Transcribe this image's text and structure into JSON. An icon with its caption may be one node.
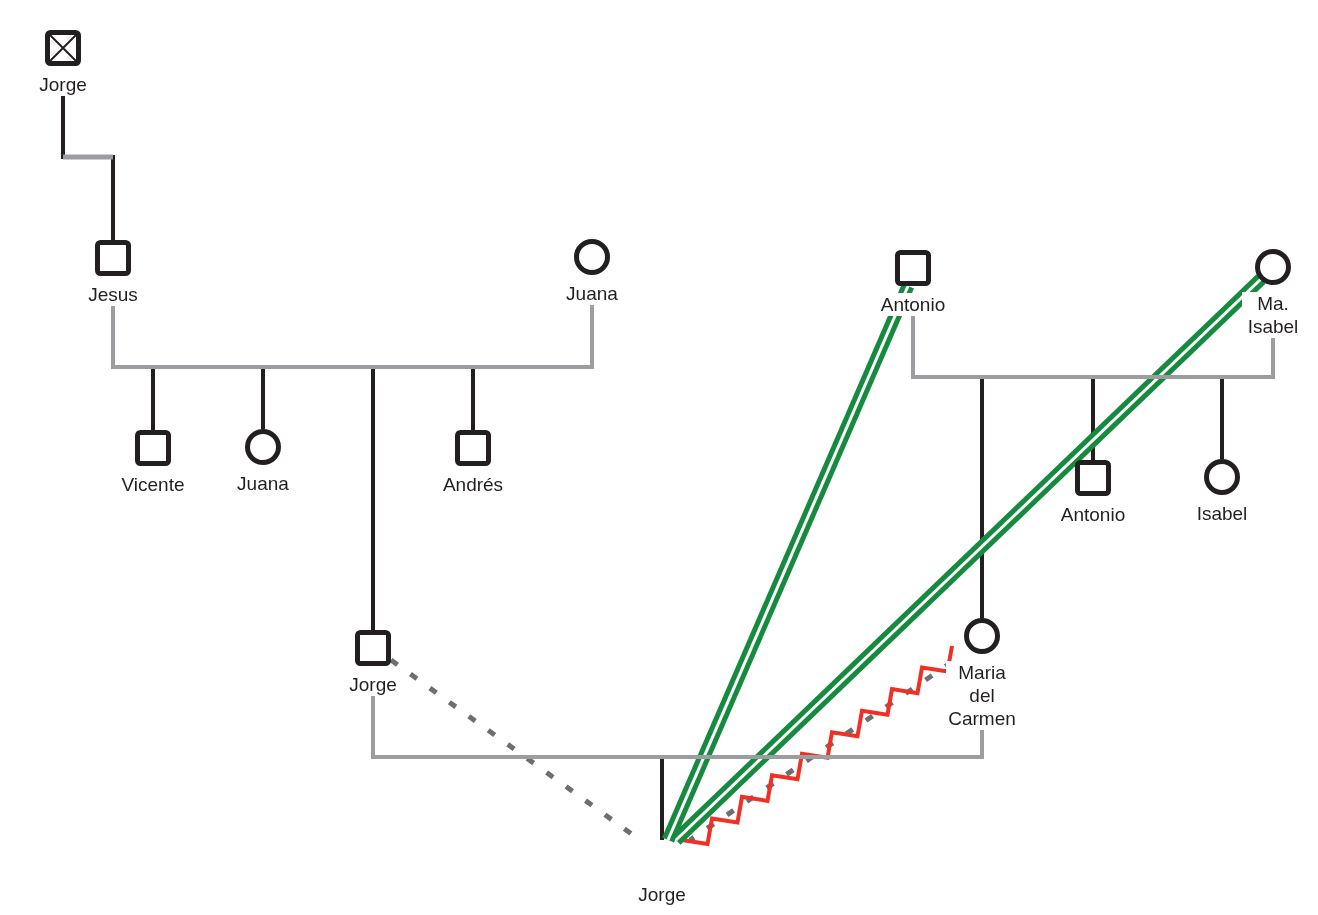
{
  "diagram": {
    "nodes": [
      {
        "text": [
          "Jorge"
        ]
      },
      {
        "text": [
          "Jesus"
        ]
      },
      {
        "text": [
          "Juana"
        ]
      },
      {
        "text": [
          "Antonio"
        ]
      },
      {
        "text": [
          "Ma. Isabel"
        ]
      },
      {
        "text": [
          "Vicente"
        ]
      },
      {
        "text": [
          "Juana"
        ]
      },
      {
        "text": [
          "Andrés"
        ]
      },
      {
        "text": [
          "Antonio"
        ]
      },
      {
        "text": [
          "Isabel"
        ]
      },
      {
        "text": [
          "Jorge"
        ]
      },
      {
        "text": [
          "Maria del Carmen"
        ]
      },
      {
        "text": [
          "Jorge"
        ]
      }
    ],
    "edges": [
      {
        "from": 0,
        "to": 1,
        "arrow": "none"
      },
      {
        "from": 1,
        "to": 2,
        "arrow": "none",
        "color": "#9b9da0"
      },
      {
        "from": 1,
        "to": 5,
        "arrow": "none"
      },
      {
        "from": 1,
        "to": 6,
        "arrow": "none"
      },
      {
        "from": 1,
        "to": 10,
        "arrow": "none"
      },
      {
        "from": 1,
        "to": 7,
        "arrow": "none"
      },
      {
        "from": 3,
        "to": 4,
        "arrow": "none",
        "color": "#9b9da0"
      },
      {
        "from": 3,
        "to": 11,
        "arrow": "none"
      },
      {
        "from": 3,
        "to": 8,
        "arrow": "none"
      },
      {
        "from": 3,
        "to": 9,
        "arrow": "none"
      },
      {
        "from": 10,
        "to": 11,
        "arrow": "none",
        "color": "#9b9da0"
      },
      {
        "from": 10,
        "to": 12,
        "arrow": "none"
      },
      {
        "from": 10,
        "to": 12,
        "arrow": "none",
        "style": "dashed",
        "color": "#6d6e71"
      },
      {
        "from": 11,
        "to": 12,
        "arrow": "none",
        "style": "dashed",
        "color": "#6d6e71"
      },
      {
        "from": 11,
        "to": 12,
        "arrow": "none",
        "color": "#ee3124"
      },
      {
        "from": 3,
        "to": 12,
        "arrow": "none",
        "style": "thick",
        "color": "#168a3e"
      },
      {
        "from": 4,
        "to": 12,
        "arrow": "none",
        "style": "thick",
        "color": "#168a3e"
      }
    ]
  }
}
